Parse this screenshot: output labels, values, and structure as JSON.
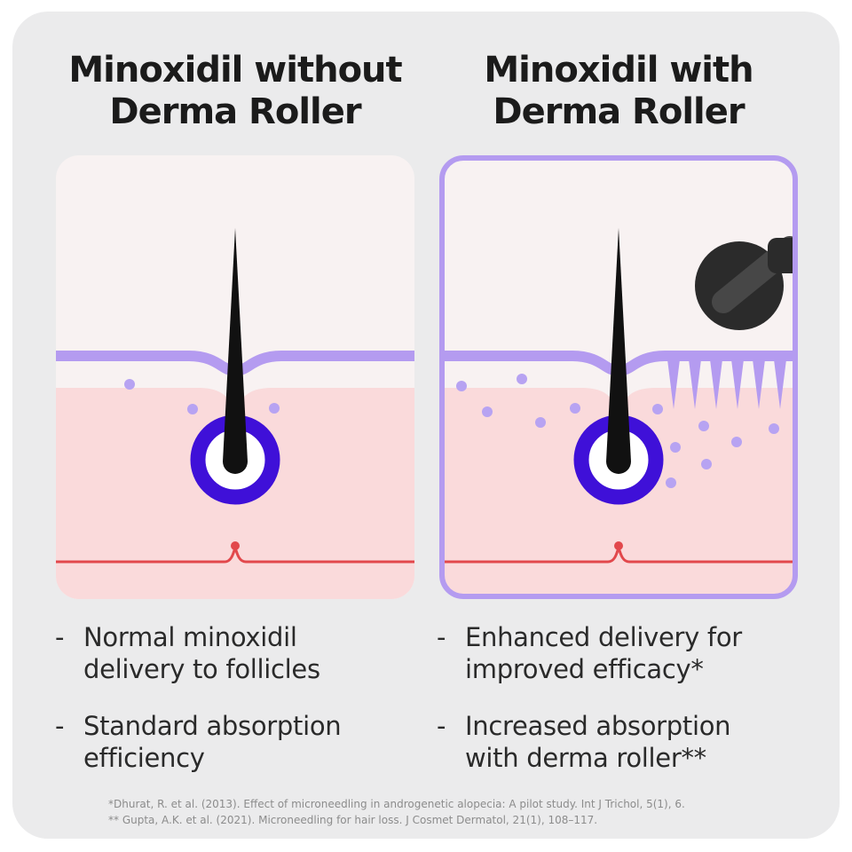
{
  "left": {
    "title_line1": "Minoxidil without",
    "title_line2": "Derma Roller",
    "bullets": [
      {
        "line1": "Normal minoxidil",
        "line2": "delivery to follicles"
      },
      {
        "line1": "Standard absorption",
        "line2": "efficiency"
      }
    ]
  },
  "right": {
    "title_line1": "Minoxidil with",
    "title_line2": "Derma Roller",
    "bullets": [
      {
        "line1": "Enhanced delivery for",
        "line2": "improved efficacy*"
      },
      {
        "line1": "Increased absorption",
        "line2": "with derma roller**"
      }
    ]
  },
  "bullet_marker": "-",
  "references": [
    "*Dhurat, R. et al. (2013). Effect of microneedling in androgenetic alopecia: A pilot study. Int J Trichol, 5(1), 6.",
    "** Gupta, A.K. et al. (2021). Microneedling for hair loss. J Cosmet Dermatol, 21(1), 108–117."
  ],
  "colors": {
    "background": "#ebebec",
    "upper_panel": "#f8f2f2",
    "skin": "#fadadb",
    "epidermis_line": "#b49bf0",
    "follicle_ring": "#3f10d8",
    "hair": "#111111",
    "capillary": "#e2484c",
    "dots": "#b7a3f2",
    "roller": "#2b2b2b",
    "highlight_border": "#b49bf0"
  },
  "icons": [
    "hair-strand-icon",
    "follicle-ring-icon",
    "derma-roller-icon",
    "microneedle-icon",
    "minoxidil-dot-icon"
  ]
}
